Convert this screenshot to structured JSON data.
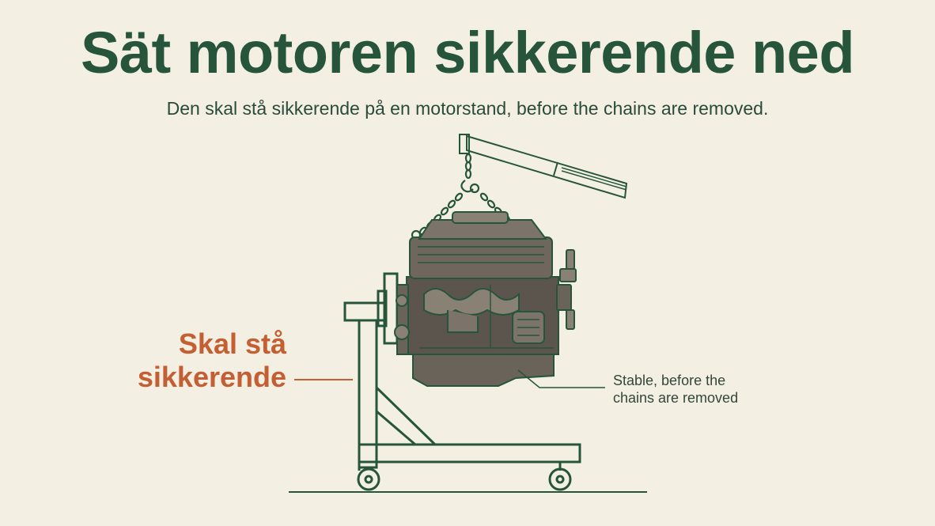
{
  "header": {
    "title": "Sät motoren sikkerende ned",
    "subtitle": "Den skal stå sikkerende på en motorstand, before the chains are removed."
  },
  "callouts": {
    "main_line1": "Skal stå",
    "main_line2": "sikkerende",
    "side_line1": "Stable, before the",
    "side_line2": "chains are removed"
  },
  "icons": {
    "crane": "crane-arm-icon",
    "engine": "engine-block-icon",
    "stand": "engine-stand-icon",
    "chain": "lifting-chain-icon"
  },
  "colors": {
    "background": "#f3efe3",
    "primary": "#27553b",
    "accent": "#c35f33",
    "engine_dark": "#4f4a44",
    "engine_mid": "#6a635a",
    "engine_light": "#8a8175"
  }
}
